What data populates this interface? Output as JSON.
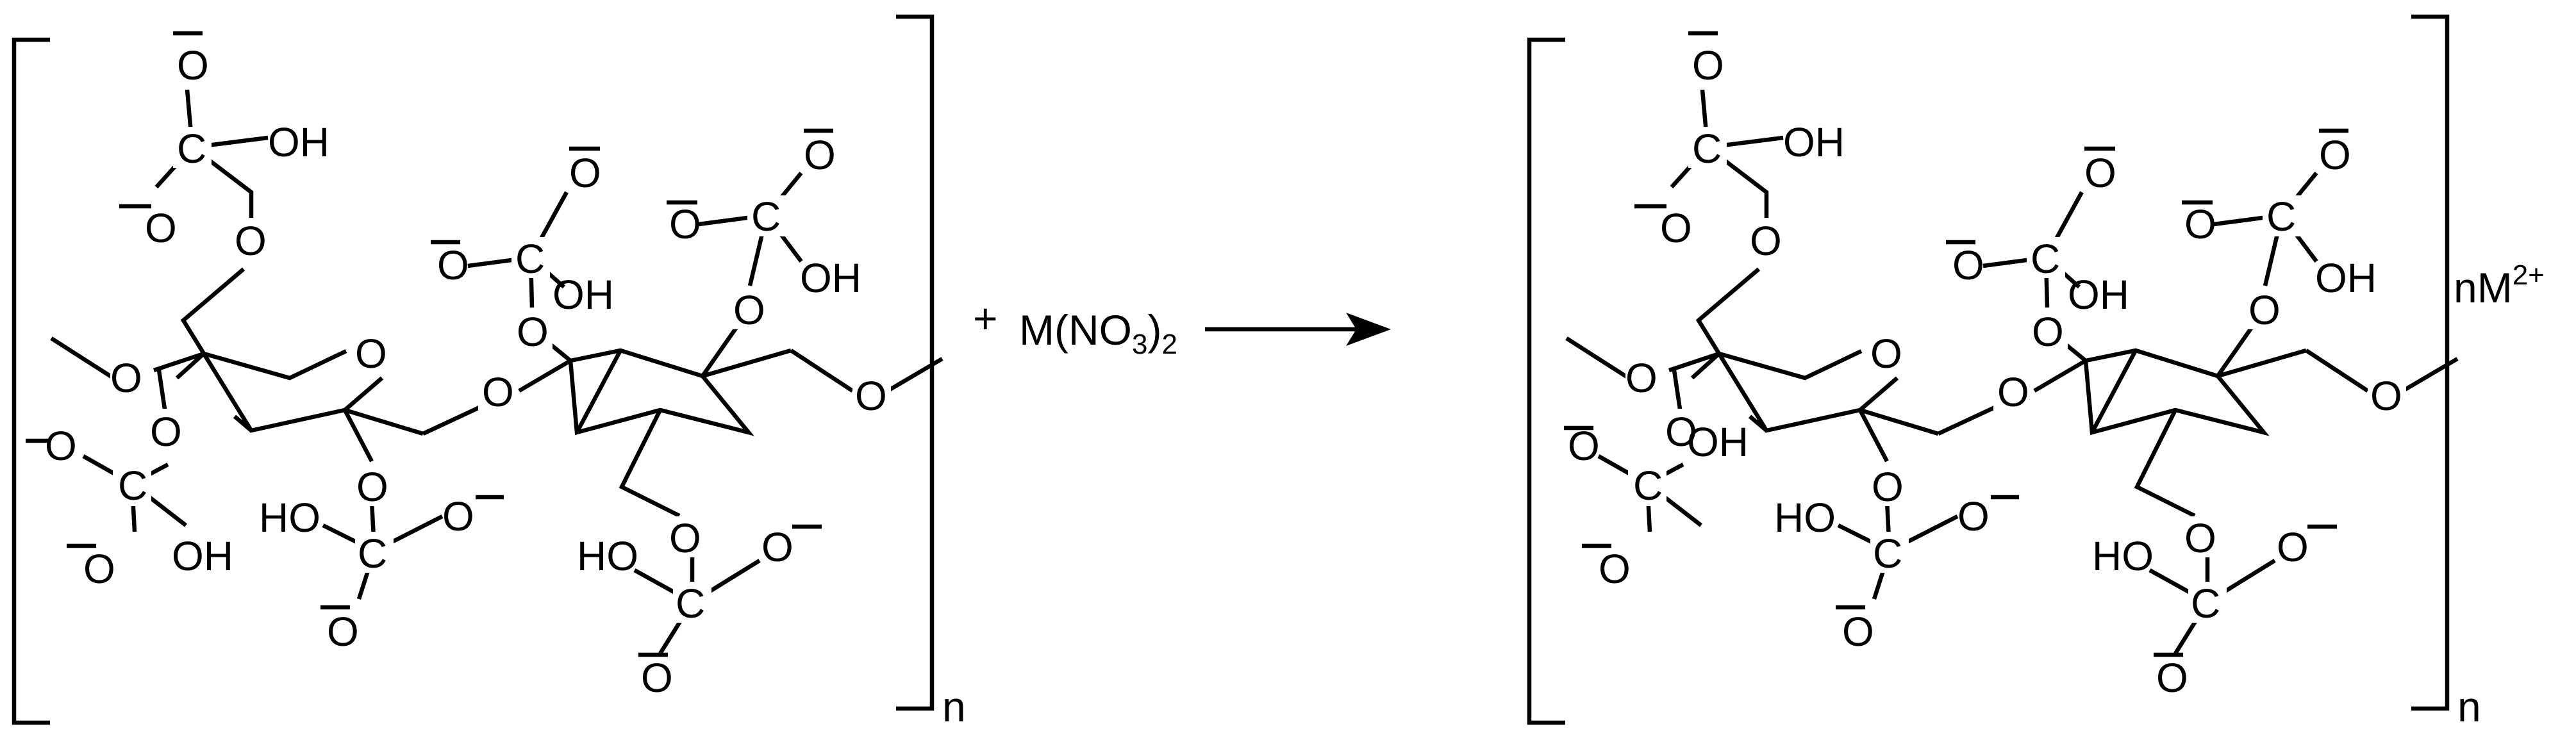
{
  "scheme": {
    "reactant": {
      "label_n": "n",
      "atoms": {
        "oxygen": "O",
        "carbon": "C",
        "hydroxyl": "OH",
        "hydroxyl_reversed": "HO",
        "charged_oxygen": "O"
      }
    },
    "reagent": {
      "plus": "+",
      "formula": {
        "prefix": "M(NO",
        "sub3": "3",
        "close": ")",
        "sub2": "2"
      }
    },
    "arrow_direction": "right",
    "product": {
      "label_n": "n",
      "counter_ion": {
        "prefix": "nM",
        "charge": "2+"
      }
    },
    "colors": {
      "ink": "#000000",
      "background": "#ffffff"
    }
  }
}
